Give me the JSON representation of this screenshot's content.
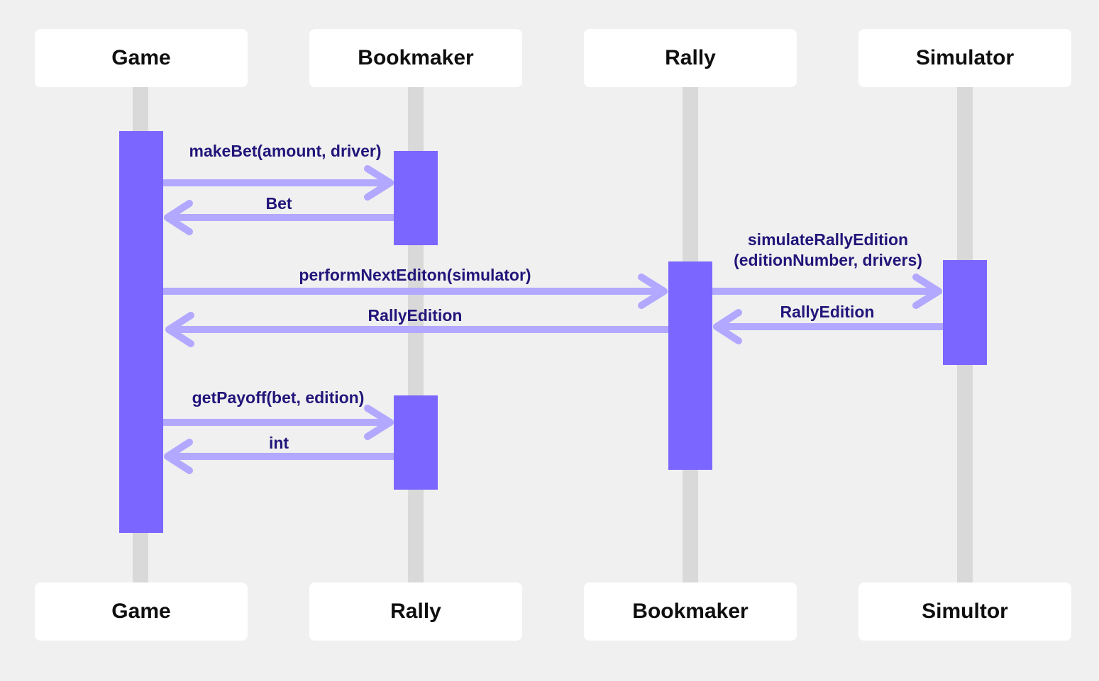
{
  "colors": {
    "background": "#f0f0f0",
    "lifeline": "#d9d9d9",
    "activation": "#7b66ff",
    "arrow": "#b3a8ff",
    "label": "#21157a",
    "header_text": "#0f0f0f"
  },
  "top_participants": [
    "Game",
    "Bookmaker",
    "Rally",
    "Simulator"
  ],
  "bottom_participants": [
    "Game",
    "Rally",
    "Bookmaker",
    "Simultor"
  ],
  "messages": {
    "make_bet": "makeBet(amount, driver)",
    "bet_return": "Bet",
    "perform_next_edition": "performNextEditon(simulator)",
    "rally_edition_return": "RallyEdition",
    "simulate_line1": "simulateRallyEdition",
    "simulate_line2": "(editionNumber, drivers)",
    "simulator_return": "RallyEdition",
    "get_payoff": "getPayoff(bet, edition)",
    "int_return": "int"
  }
}
